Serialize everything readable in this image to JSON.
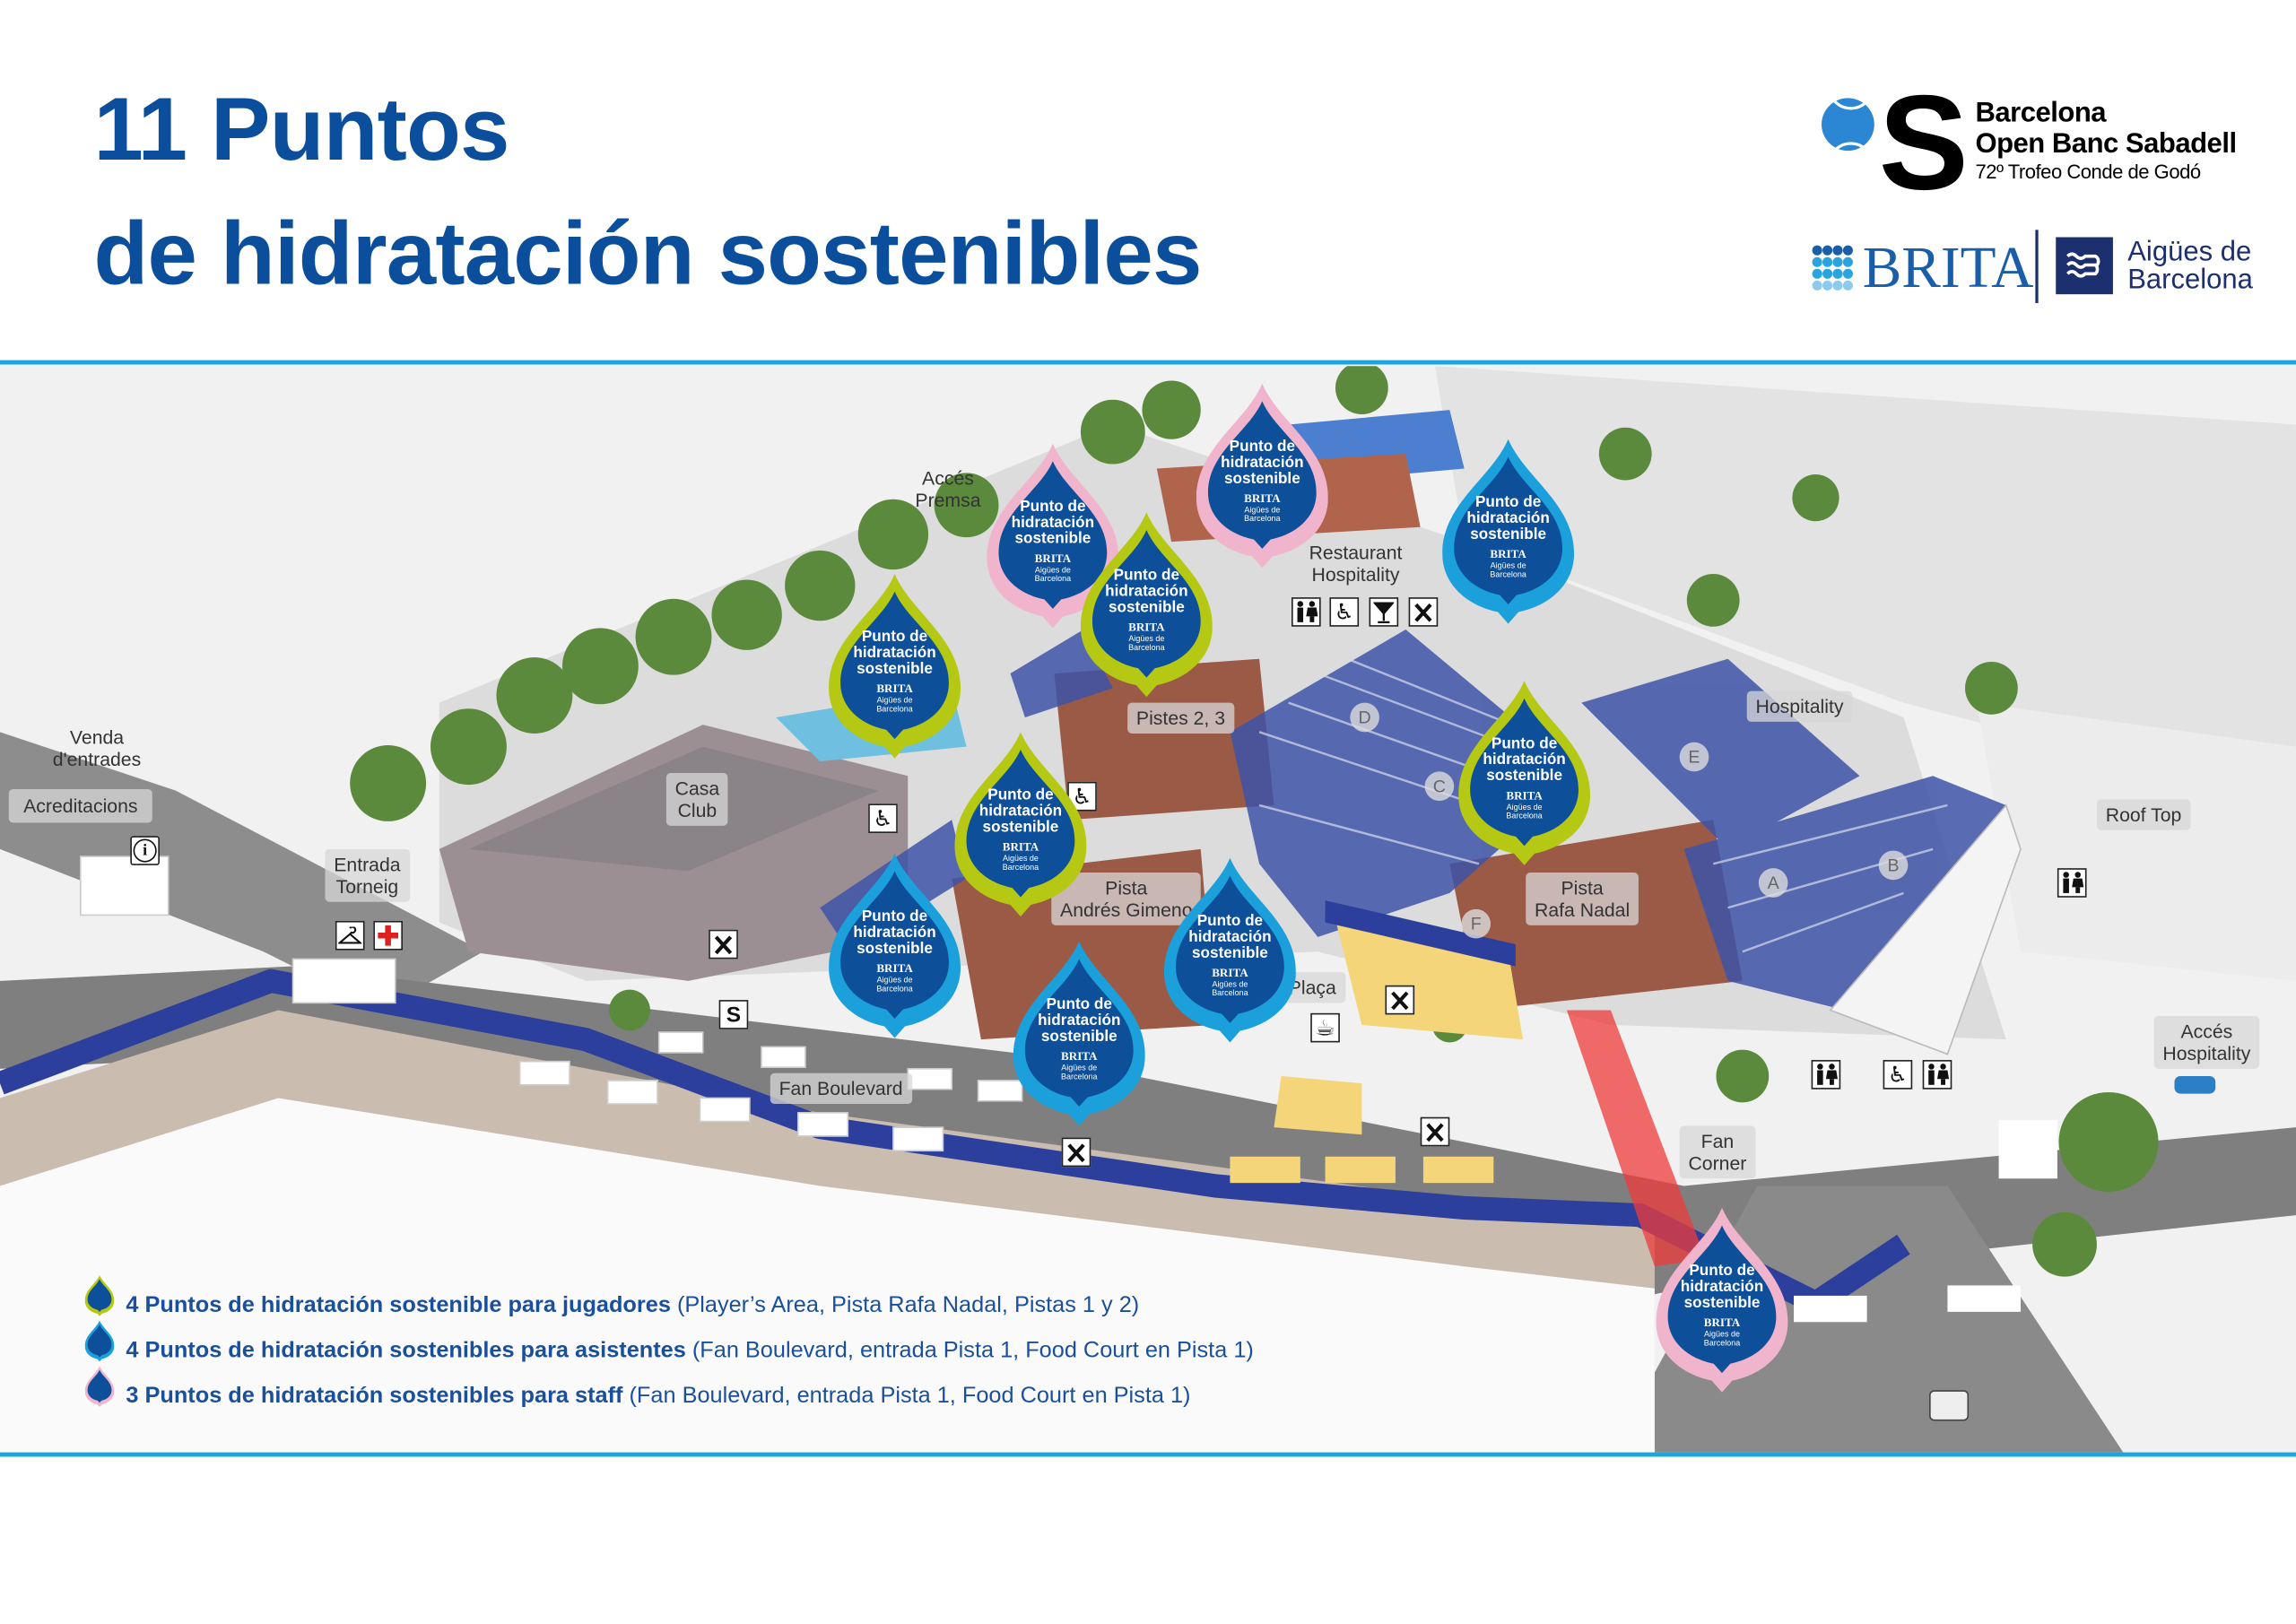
{
  "header": {
    "title_line1": "11 Puntos",
    "title_line2": "de hidratación sostenibles"
  },
  "logos": {
    "tournament_mark": "S",
    "tournament_line1": "Barcelona",
    "tournament_line2": "Open Banc Sabadell",
    "tournament_line3": "72º Trofeo Conde de Godó",
    "brita": "BRITA",
    "aigues_line1": "Aigües de",
    "aigues_line2": "Barcelona"
  },
  "colors": {
    "brand_blue": "#0b4f9c",
    "rule_cyan": "#1ba6dc",
    "players_green": "#b5c814",
    "attendees_blue": "#1ba0dc",
    "staff_pink": "#f0b5cd"
  },
  "marker_text": {
    "title_l1": "Punto de",
    "title_l2": "hidratación",
    "title_l3": "sostenible",
    "brand1": "BRITA",
    "brand2_l1": "Aigües de",
    "brand2_l2": "Barcelona"
  },
  "markers": [
    {
      "type": "staff"
    },
    {
      "type": "staff"
    },
    {
      "type": "attendees"
    },
    {
      "type": "players"
    },
    {
      "type": "players"
    },
    {
      "type": "players"
    },
    {
      "type": "players"
    },
    {
      "type": "attendees"
    },
    {
      "type": "attendees"
    },
    {
      "type": "attendees"
    },
    {
      "type": "staff"
    }
  ],
  "map": {
    "labels": {
      "acces_premsa_1": "Accés",
      "acces_premsa_2": "Premsa",
      "restaurant_1": "Restaurant",
      "restaurant_2": "Hospitality",
      "venda_1": "Venda",
      "venda_2": "d'entrades",
      "acreditacions": "Acreditacions",
      "casa_club_1": "Casa",
      "casa_club_2": "Club",
      "entrada_1": "Entrada",
      "entrada_2": "Torneig",
      "pistes23": "Pistes 2, 3",
      "hospitality": "Hospitality",
      "roof_top": "Roof Top",
      "andres_1": "Pista",
      "andres_2": "Andrés Gimeno",
      "nadal_1": "Pista",
      "nadal_2": "Rafa Nadal",
      "placa": "Plaça",
      "fan_boulevard": "Fan Boulevard",
      "fan_corner_1": "Fan",
      "fan_corner_2": "Corner",
      "acces_hosp_1": "Accés",
      "acces_hosp_2": "Hospitality"
    },
    "stand_letters": {
      "a": "A",
      "b": "B",
      "c": "C",
      "d": "D",
      "e": "E",
      "f": "F"
    },
    "icons": {
      "info": "i",
      "sabadell": "S"
    }
  },
  "legend": [
    {
      "bold": "4 Puntos de hidratación sostenible para jugadores",
      "detail": "(Player’s Area, Pista Rafa Nadal, Pistas 1 y 2)",
      "type": "players"
    },
    {
      "bold": "4 Puntos de hidratación sostenibles para asistentes",
      "detail": "(Fan Boulevard, entrada Pista 1, Food Court en Pista 1)",
      "type": "attendees"
    },
    {
      "bold": "3 Puntos de hidratación sostenibles para staff",
      "detail": "(Fan Boulevard, entrada Pista 1, Food Court en Pista 1)",
      "type": "staff"
    }
  ]
}
